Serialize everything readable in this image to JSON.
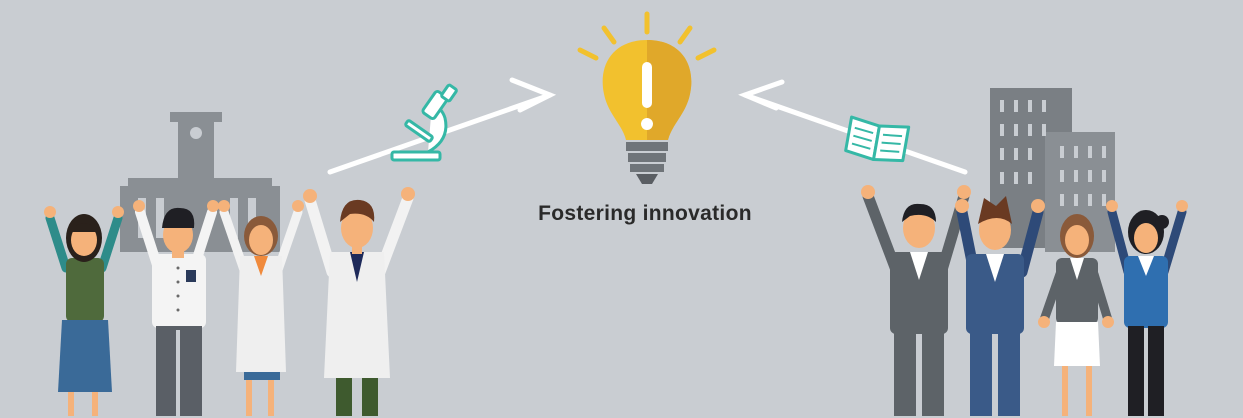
{
  "caption": "Fostering innovation",
  "colors": {
    "background": "#c9cdd2",
    "arrow": "#ffffff",
    "bulb": "#f2c12e",
    "bulb_shade": "#e0a82a",
    "bulb_base": "#6f7479",
    "icon_teal": "#35b8a6",
    "building_left": "#8a8f94",
    "building_right": "#7a7f84",
    "skin": "#f5b27a",
    "hair": "#3b2a1f"
  },
  "icons": [
    "microscope-icon",
    "open-book-icon",
    "light-bulb-icon"
  ],
  "groups": {
    "left": [
      "woman-green-shirt",
      "man-white-shirt",
      "woman-lab-coat",
      "man-lab-coat"
    ],
    "right": [
      "man-grey-suit",
      "man-blue-suit",
      "woman-grey-suit",
      "woman-blue-suit"
    ]
  }
}
